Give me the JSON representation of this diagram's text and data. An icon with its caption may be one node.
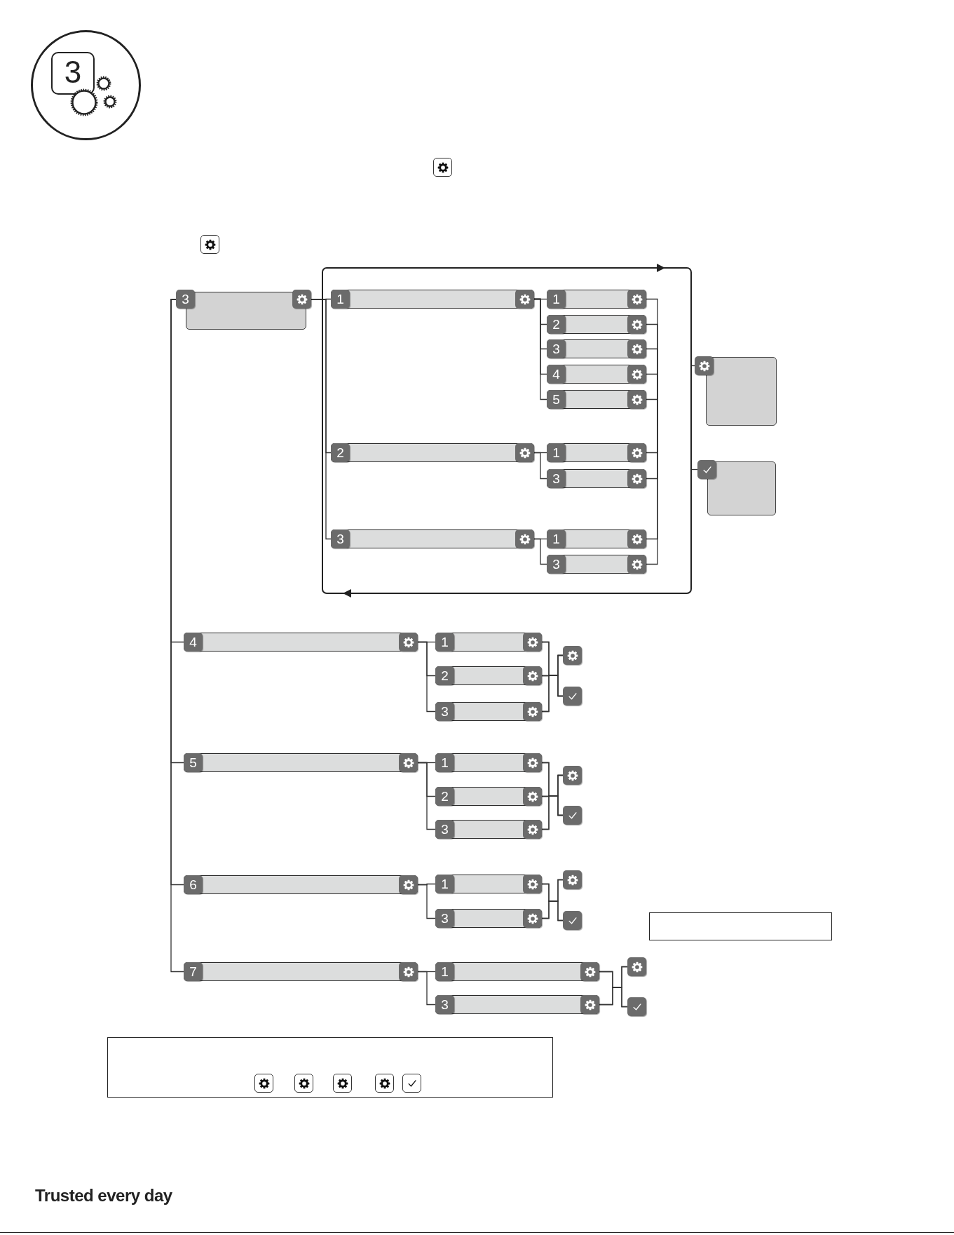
{
  "diagram": {
    "nodes": [
      {
        "text": [
          "3"
        ]
      },
      {
        "text": [
          "3"
        ]
      },
      {
        "text": [],
        "shape": "box"
      },
      {
        "text": [
          "1"
        ],
        "in": 2
      },
      {
        "text": [
          "1"
        ],
        "in": 2
      },
      {
        "text": [
          "2"
        ],
        "in": 2
      },
      {
        "text": [
          "3"
        ],
        "in": 2
      },
      {
        "text": [
          "4"
        ],
        "in": 2
      },
      {
        "text": [
          "5"
        ],
        "in": 2
      },
      {
        "text": [
          "2"
        ],
        "in": 2
      },
      {
        "text": [
          "1"
        ],
        "in": 2
      },
      {
        "text": [
          "3"
        ],
        "in": 2
      },
      {
        "text": [
          "3"
        ],
        "in": 2
      },
      {
        "text": [
          "1"
        ],
        "in": 2
      },
      {
        "text": [
          "3"
        ],
        "in": 2
      },
      {
        "text": [],
        "shape": "gear"
      },
      {
        "text": [],
        "shape": "box"
      },
      {
        "text": [],
        "shape": "checkmark"
      },
      {
        "text": [],
        "shape": "box"
      },
      {
        "text": [
          "4"
        ]
      },
      {
        "text": [
          "1"
        ]
      },
      {
        "text": [
          "2"
        ]
      },
      {
        "text": [
          "3"
        ]
      },
      {
        "text": [],
        "shape": "gear"
      },
      {
        "text": [],
        "shape": "checkmark"
      },
      {
        "text": [
          "5"
        ]
      },
      {
        "text": [
          "1"
        ]
      },
      {
        "text": [
          "2"
        ]
      },
      {
        "text": [
          "3"
        ]
      },
      {
        "text": [],
        "shape": "gear"
      },
      {
        "text": [],
        "shape": "checkmark"
      },
      {
        "text": [
          "6"
        ]
      },
      {
        "text": [
          "1"
        ]
      },
      {
        "text": [
          "3"
        ]
      },
      {
        "text": [],
        "shape": "gear"
      },
      {
        "text": [],
        "shape": "checkmark"
      },
      {
        "text": [],
        "shape": "box"
      },
      {
        "text": [
          "7"
        ]
      },
      {
        "text": [
          "1"
        ]
      },
      {
        "text": [
          "3"
        ]
      },
      {
        "text": [],
        "shape": "gear"
      },
      {
        "text": [],
        "shape": "checkmark"
      },
      {
        "text": [],
        "shape": "box"
      }
    ],
    "edges": [
      {
        "from": 1,
        "to": 3,
        "arrow": "none"
      },
      {
        "from": 1,
        "to": 9,
        "arrow": "none"
      },
      {
        "from": 1,
        "to": 12,
        "arrow": "none"
      },
      {
        "from": 3,
        "to": 4,
        "arrow": "none"
      },
      {
        "from": 3,
        "to": 5,
        "arrow": "none"
      },
      {
        "from": 3,
        "to": 6,
        "arrow": "none"
      },
      {
        "from": 3,
        "to": 7,
        "arrow": "none"
      },
      {
        "from": 3,
        "to": 8,
        "arrow": "none"
      },
      {
        "from": 9,
        "to": 10,
        "arrow": "none"
      },
      {
        "from": 9,
        "to": 11,
        "arrow": "none"
      },
      {
        "from": 12,
        "to": 13,
        "arrow": "none"
      },
      {
        "from": 12,
        "to": 14,
        "arrow": "none"
      },
      {
        "from": 4,
        "to": null,
        "arrow": "none"
      },
      {
        "from": 5,
        "to": null,
        "arrow": "none"
      },
      {
        "from": 6,
        "to": null,
        "arrow": "none"
      },
      {
        "from": 7,
        "to": null,
        "arrow": "none"
      },
      {
        "from": 8,
        "to": null,
        "arrow": "none"
      },
      {
        "from": 10,
        "to": null,
        "arrow": "none"
      },
      {
        "from": 11,
        "to": null,
        "arrow": "none"
      },
      {
        "from": 13,
        "to": null,
        "arrow": "none"
      },
      {
        "from": 14,
        "to": null,
        "arrow": "none"
      },
      {
        "from": 2,
        "to": 15,
        "arrow": "none"
      },
      {
        "from": 2,
        "to": 17,
        "arrow": "none"
      },
      {
        "from": 1,
        "to": 19,
        "arrow": "none"
      },
      {
        "from": 1,
        "to": 25,
        "arrow": "none"
      },
      {
        "from": 1,
        "to": 31,
        "arrow": "none"
      },
      {
        "from": 1,
        "to": 37,
        "arrow": "none"
      },
      {
        "from": 19,
        "to": 20,
        "arrow": "none"
      },
      {
        "from": 19,
        "to": 21,
        "arrow": "none"
      },
      {
        "from": 19,
        "to": 22,
        "arrow": "none"
      },
      {
        "from": 20,
        "to": 23,
        "arrow": "none"
      },
      {
        "from": 20,
        "to": 24,
        "arrow": "none"
      },
      {
        "from": 21,
        "to": 23,
        "arrow": "none"
      },
      {
        "from": 21,
        "to": 24,
        "arrow": "none"
      },
      {
        "from": 22,
        "to": 23,
        "arrow": "none"
      },
      {
        "from": 22,
        "to": 24,
        "arrow": "none"
      },
      {
        "from": 25,
        "to": 26,
        "arrow": "none"
      },
      {
        "from": 25,
        "to": 27,
        "arrow": "none"
      },
      {
        "from": 25,
        "to": 28,
        "arrow": "none"
      },
      {
        "from": 26,
        "to": 29,
        "arrow": "none"
      },
      {
        "from": 26,
        "to": 30,
        "arrow": "none"
      },
      {
        "from": 27,
        "to": 29,
        "arrow": "none"
      },
      {
        "from": 27,
        "to": 30,
        "arrow": "none"
      },
      {
        "from": 28,
        "to": 29,
        "arrow": "none"
      },
      {
        "from": 28,
        "to": 30,
        "arrow": "none"
      },
      {
        "from": 31,
        "to": 32,
        "arrow": "none"
      },
      {
        "from": 31,
        "to": 33,
        "arrow": "none"
      },
      {
        "from": 32,
        "to": 34,
        "arrow": "none"
      },
      {
        "from": 32,
        "to": 35,
        "arrow": "none"
      },
      {
        "from": 33,
        "to": 34,
        "arrow": "none"
      },
      {
        "from": 33,
        "to": 35,
        "arrow": "none"
      },
      {
        "from": 37,
        "to": 38,
        "arrow": "none"
      },
      {
        "from": 37,
        "to": 39,
        "arrow": "none"
      },
      {
        "from": 38,
        "to": 40,
        "arrow": "none"
      },
      {
        "from": 38,
        "to": 41,
        "arrow": "none"
      },
      {
        "from": 39,
        "to": 40,
        "arrow": "none"
      },
      {
        "from": 39,
        "to": 41,
        "arrow": "none"
      }
    ],
    "labels": [
      "Trusted every day"
    ]
  }
}
